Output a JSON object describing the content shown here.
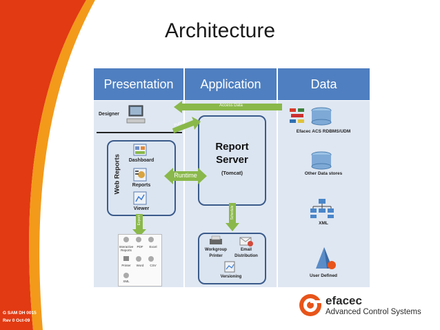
{
  "slide": {
    "title": "Architecture"
  },
  "columns": {
    "presentation": "Presentation",
    "application": "Application",
    "data": "Data"
  },
  "presentation": {
    "designer": "Designer",
    "web_reports": "Web Reports",
    "dashboard": "Dashboard",
    "reports": "Reports",
    "viewer": "Viewer",
    "export_items": [
      "Interactive Reports",
      "PDF",
      "Excel",
      "Printer",
      "Word",
      "CSV",
      "XML"
    ]
  },
  "application": {
    "server_line1": "Report",
    "server_line2": "Server",
    "server_sub": "(Tomcat)",
    "outputs": {
      "workgroup_printer": "Workgroup Printer",
      "email_distribution": "Email Distribution",
      "versioning": "Versioning"
    }
  },
  "arrows": {
    "access_data": "Access Data",
    "publish": "Publish",
    "runtime": "Runtime",
    "export": "Export",
    "schedule": "Schedule"
  },
  "data": {
    "efacec": "Efacec ACS RDBMS/UDM",
    "other": "Other Data stores",
    "xml": "XML",
    "user_defined": "User Defined"
  },
  "footer": {
    "line1": "G SAM DH 0015",
    "line2": "Rev 0  Oct-09"
  },
  "logo": {
    "name": "efacec",
    "tagline": "Advanced Control Systems"
  },
  "colors": {
    "header": "#4f7fc0",
    "arrow_green": "#8ab84a",
    "orange": "#e8541a"
  }
}
